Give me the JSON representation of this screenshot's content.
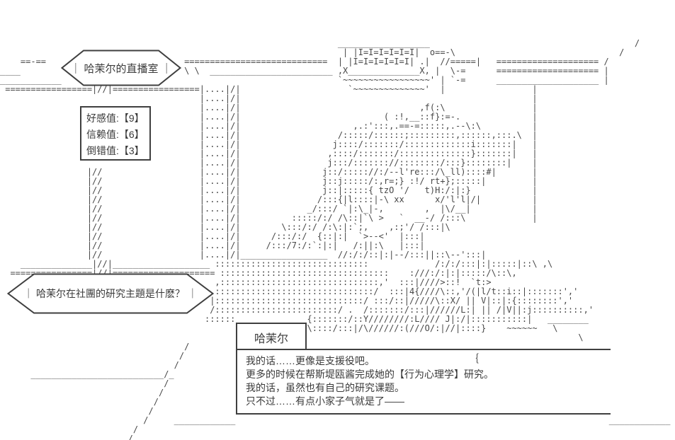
{
  "colors": {
    "ink": "#3a3a3a",
    "art": "#474747",
    "background": "#ffffff"
  },
  "location_bubble": {
    "label": "哈茉尔的直播室",
    "display": "｜ 哈茉尔的直播室 ｜"
  },
  "stats": {
    "rows": [
      {
        "label": "好感值",
        "value": "9"
      },
      {
        "label": "信赖值",
        "value": "6"
      },
      {
        "label": "倒错值",
        "value": "3"
      }
    ],
    "lines": [
      "好感值:【9】",
      "信赖值:【6】",
      "倒错值:【3】"
    ]
  },
  "question_bubble": {
    "label": "哈茉尔在社團的研究主題是什麽？",
    "display": "｜ 哈茉尔在社團的研究主題是什麽？ ｜"
  },
  "dialog": {
    "speaker": "哈茉尔",
    "brace": "｛",
    "lines": [
      "我的话……更像是支援役吧。",
      "更多的时候在帮斯堤瓯酱完成她的【行为心理学】研究。",
      "我的话，虽然也有自己的研究课题。",
      "只不过……有点小家子气就是了——"
    ]
  },
  "ascii_art": {
    "rows": [
      [
        [
          66,
          "__________________"
        ],
        [
          124,
          "/"
        ]
      ],
      [
        [
          67,
          "| |I=I=I=I=I=I|  o==-\\"
        ],
        [
          121,
          "/"
        ]
      ],
      [
        [
          4,
          "==-=="
        ],
        [
          36,
          "============================"
        ],
        [
          66,
          "| |I=I=I=I=I=I| .|  //=====|"
        ],
        [
          97,
          "===================="
        ],
        [
          118,
          "/"
        ]
      ],
      [
        [
          0,
          "____"
        ],
        [
          36,
          "\\ \\"
        ],
        [
          41,
          "________________________"
        ],
        [
          66,
          ",X______________X,"
        ],
        [
          85,
          "|"
        ],
        [
          88,
          "\\-="
        ],
        [
          97,
          "===================="
        ],
        [
          118,
          "|"
        ]
      ],
      [
        [
          0,
          "____________"
        ],
        [
          66,
          "`~~~~~~~~~~~~~~~~~'"
        ],
        [
          86,
          "|"
        ],
        [
          88,
          "`-="
        ],
        [
          97,
          "____________________"
        ],
        [
          118,
          "|"
        ]
      ],
      [
        [
          1,
          "================="
        ],
        [
          18,
          "|//|"
        ],
        [
          22,
          "================="
        ],
        [
          39,
          "|....|/|"
        ],
        [
          68,
          "`~~~~~~~~~~~~~~'"
        ],
        [
          86,
          "|"
        ],
        [
          104,
          "|"
        ]
      ],
      [
        [
          39,
          "|....|/|"
        ],
        [
          104,
          "|"
        ]
      ],
      [
        [
          39,
          "|....|/|"
        ],
        [
          82,
          ",f(:\\"
        ],
        [
          104,
          "|"
        ]
      ],
      [
        [
          39,
          "|....|/|"
        ],
        [
          75,
          "( :!,__::f}:=-."
        ],
        [
          104,
          "|"
        ]
      ],
      [
        [
          39,
          "|....|/|"
        ],
        [
          69,
          ",.:':::,.==-=:::::,.--\\:\\"
        ],
        [
          104,
          "|"
        ]
      ],
      [
        [
          39,
          "|....|/|"
        ],
        [
          66,
          "/:::::/::::::;:::::::::,::::::,:::.\\"
        ],
        [
          104,
          "|"
        ]
      ],
      [
        [
          39,
          "|....|/|"
        ],
        [
          65,
          "j::::/:::::::/:::::::::::::i:::::::|"
        ],
        [
          104,
          "|"
        ]
      ],
      [
        [
          39,
          "|....|/|"
        ],
        [
          64,
          ",::::/:::::::/::::::::::::::}:::::::|"
        ],
        [
          104,
          "|"
        ]
      ],
      [
        [
          39,
          "|....|/|"
        ],
        [
          64,
          "j:::/::::::://::::::::/:::}::::::::|"
        ],
        [
          104,
          "|"
        ]
      ],
      [
        [
          17,
          "|//"
        ],
        [
          39,
          "|....|/|"
        ],
        [
          63,
          "j::/::::://:/--l're:::/\\_ll)::::#|"
        ],
        [
          104,
          "|"
        ]
      ],
      [
        [
          17,
          "|//"
        ],
        [
          39,
          "|....|/|"
        ],
        [
          63,
          "j::j:::::/:,r=;} :!/ rt+};:::::|"
        ],
        [
          104,
          "|"
        ]
      ],
      [
        [
          17,
          "|//"
        ],
        [
          39,
          "|....|/|"
        ],
        [
          63,
          "j::|:::::{ tzO '/   t)H:/:|:}"
        ],
        [
          104,
          "|"
        ]
      ],
      [
        [
          17,
          "|//"
        ],
        [
          39,
          "|....|/|"
        ],
        [
          62,
          "/:::{|l::::|-\\ xx      x/'l'l|/|"
        ],
        [
          104,
          "|"
        ]
      ],
      [
        [
          17,
          "|//"
        ],
        [
          39,
          "|....|/|"
        ],
        [
          60,
          "_/:::/ `|:\\_|-,        ,  |\\/__|"
        ],
        [
          104,
          "|"
        ]
      ],
      [
        [
          17,
          "|//"
        ],
        [
          39,
          "|....|/|"
        ],
        [
          57,
          ":::::/:/ /\\::|`\\ >   `  __-/ /:::\\"
        ],
        [
          104,
          "|"
        ]
      ],
      [
        [
          17,
          "|//"
        ],
        [
          39,
          "|....|/|"
        ],
        [
          55,
          "\\:::/:/ /:\\:|:`;,    ,:;'/ /:::|\\"
        ]
      ],
      [
        [
          17,
          "|//"
        ],
        [
          39,
          "|....|/|"
        ],
        [
          53,
          "/:::/:/  {::|:|  `>--<'  |:::|"
        ]
      ],
      [
        [
          17,
          "|//"
        ],
        [
          39,
          "|....|/|"
        ],
        [
          52,
          "/:::/7:/:`:|:|   /:||:\\   |:::|"
        ]
      ],
      [
        [
          17,
          "|//"
        ],
        [
          39,
          "|....|/|"
        ],
        [
          47,
          "_________________"
        ],
        [
          66,
          "//:/:/::|:|--/:::||::\\--':::|"
        ]
      ],
      [
        [
          4,
          "______________"
        ],
        [
          18,
          "|//|"
        ],
        [
          22,
          "___________________"
        ],
        [
          42,
          "::::::::::::::::::::::::::::::"
        ],
        [
          85,
          "/:/:/:::|:|:::::|::\\ ,\\"
        ]
      ],
      [
        [
          2,
          "================"
        ],
        [
          18,
          "|//|"
        ],
        [
          22,
          "===================="
        ],
        [
          43,
          ":::::::::::::::::::::::::::::::::"
        ],
        [
          80,
          ":///:/:|:|:::::/\\::\\,"
        ]
      ],
      [
        [
          42,
          ",:::::::::::::::::::::::::::::::,'"
        ],
        [
          78,
          ":::|////>::!  `t:>"
        ]
      ],
      [
        [
          42,
          ":::::::::::::::::::::::::::::::/"
        ],
        [
          76,
          ":::|4{////\\::,'/(|l/t::i::|:::::::','"
        ]
      ],
      [
        [
          41,
          "|:::::::::::::::::::::::::::::/"
        ],
        [
          73,
          ":::/::|/////\\::X/ || V|::|:{::::::::','"
        ]
      ],
      [
        [
          41,
          "/::::::::::::::::::::::::/ ."
        ],
        [
          71,
          "/:::::::/:::|//////L:| || /|V||:j::::::::::,'"
        ]
      ],
      [
        [
          40,
          "::::::"
        ],
        [
          60,
          "{:::::::/::Y////////:L//// J|:/|:::::::::::|"
        ],
        [
          107,
          "________"
        ]
      ],
      [
        [
          60,
          "\\::::/:::|/\\//////:(///O/:|//|::::}"
        ],
        [
          99,
          "~~~~~~"
        ],
        [
          108,
          "\\"
        ]
      ],
      [
        [
          113,
          "\\"
        ]
      ],
      [
        [
          36,
          "/"
        ]
      ],
      [
        [
          35,
          "/"
        ]
      ],
      [
        [
          34,
          "/"
        ]
      ],
      [
        [
          6,
          "__________________________"
        ],
        [
          32,
          "/"
        ],
        [
          33,
          "_"
        ]
      ],
      [
        [
          32,
          "/"
        ]
      ],
      [
        [
          31,
          "/"
        ]
      ],
      [
        [
          30,
          "/"
        ]
      ],
      [
        [
          29,
          "/"
        ]
      ],
      [
        [
          28,
          "/"
        ],
        [
          34,
          "____________"
        ],
        [
          119,
          "____________"
        ]
      ],
      [
        [
          26,
          "/"
        ]
      ],
      [
        [
          25,
          "/"
        ]
      ]
    ]
  }
}
